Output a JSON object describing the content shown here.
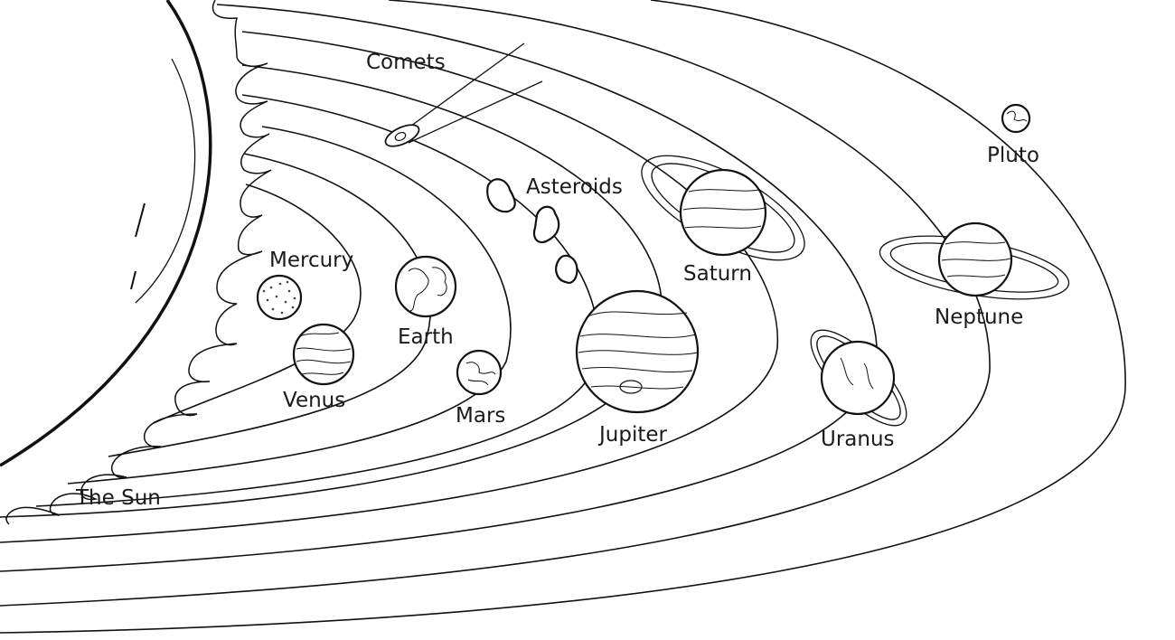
{
  "labels": {
    "comets": "Comets",
    "asteroids": "Asteroids",
    "pluto": "Pluto",
    "mercury": "Mercury",
    "earth": "Earth",
    "saturn": "Saturn",
    "neptune": "Neptune",
    "venus": "Venus",
    "mars": "Mars",
    "jupiter": "Jupiter",
    "uranus": "Uranus",
    "sun": "The Sun"
  },
  "colors": {
    "line": "#111111",
    "background": "#ffffff"
  }
}
